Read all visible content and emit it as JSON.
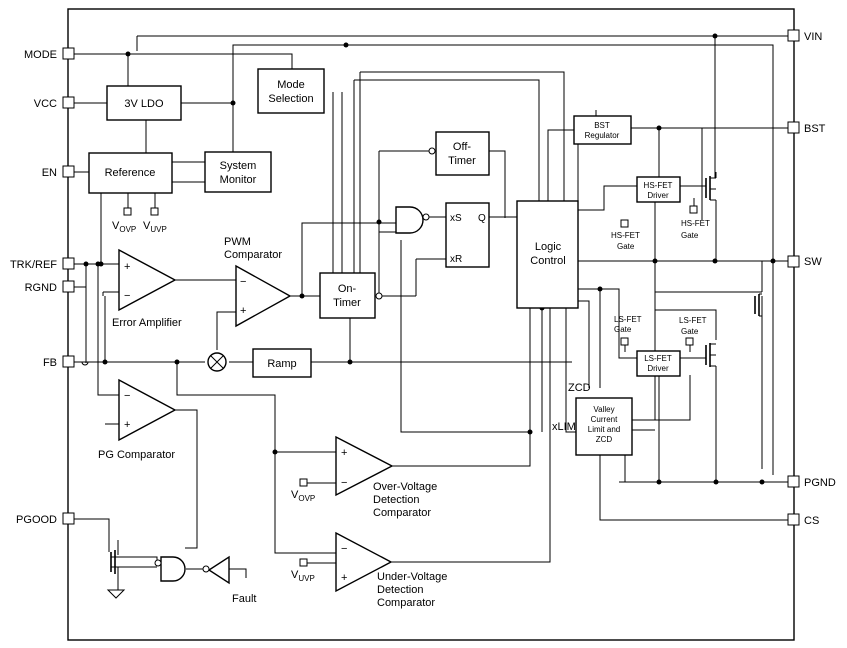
{
  "pins": {
    "mode": "MODE",
    "vcc": "VCC",
    "en": "EN",
    "trk": "TRK/REF",
    "rgnd": "RGND",
    "fb": "FB",
    "pgood": "PGOOD",
    "vin": "VIN",
    "bst": "BST",
    "sw": "SW",
    "pgnd": "PGND",
    "cs": "CS"
  },
  "blocks": {
    "ldo": "3V LDO",
    "mode_sel": [
      "Mode",
      "Selection"
    ],
    "reference": "Reference",
    "sys_mon": [
      "System",
      "Monitor"
    ],
    "off_timer": [
      "Off-",
      "Timer"
    ],
    "on_timer": [
      "On-",
      "Timer"
    ],
    "ramp": "Ramp",
    "logic": [
      "Logic",
      "Control"
    ],
    "bst_reg": [
      "BST",
      "Regulator"
    ],
    "hs_drv": [
      "HS-FET",
      "Driver"
    ],
    "ls_drv": [
      "LS-FET",
      "Driver"
    ],
    "valley": [
      "Valley",
      "Current",
      "Limit and",
      "ZCD"
    ]
  },
  "labels": {
    "pwm_comp": [
      "PWM",
      "Comparator"
    ],
    "err_amp": "Error Amplifier",
    "pg_comp": "PG Comparator",
    "ov_comp": [
      "Over-Voltage",
      "Detection",
      "Comparator"
    ],
    "uv_comp": [
      "Under-Voltage",
      "Detection",
      "Comparator"
    ],
    "fault": "Fault",
    "zcd": "ZCD",
    "xlim": "xLIM",
    "hs_gate_1": [
      "HS-FET",
      "Gate"
    ],
    "ls_gate_1": [
      "LS-FET",
      "Gate"
    ],
    "hs_gate_2": [
      "HS-FET",
      "Gate"
    ],
    "ls_gate_2": [
      "LS-FET",
      "Gate"
    ],
    "v_ovp": "V",
    "ovp_sub": "OVP",
    "v_uvp": "V",
    "uvp_sub": "UVP",
    "ff_s": "xS",
    "ff_r": "xR",
    "ff_q": "Q",
    "plus": "+",
    "minus": "−"
  }
}
